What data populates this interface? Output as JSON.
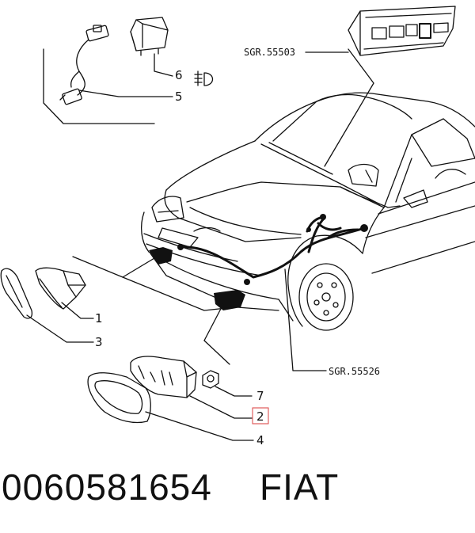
{
  "callouts": {
    "c1": "1",
    "c2": "2",
    "c3": "3",
    "c4": "4",
    "c5": "5",
    "c6": "6",
    "c7": "7"
  },
  "references": {
    "sgr_top": "SGR.55503",
    "sgr_bottom": "SGR.55526"
  },
  "highlight_color": "#e06060",
  "footer": {
    "part_number": "0060581654",
    "brand": "FIAT"
  }
}
